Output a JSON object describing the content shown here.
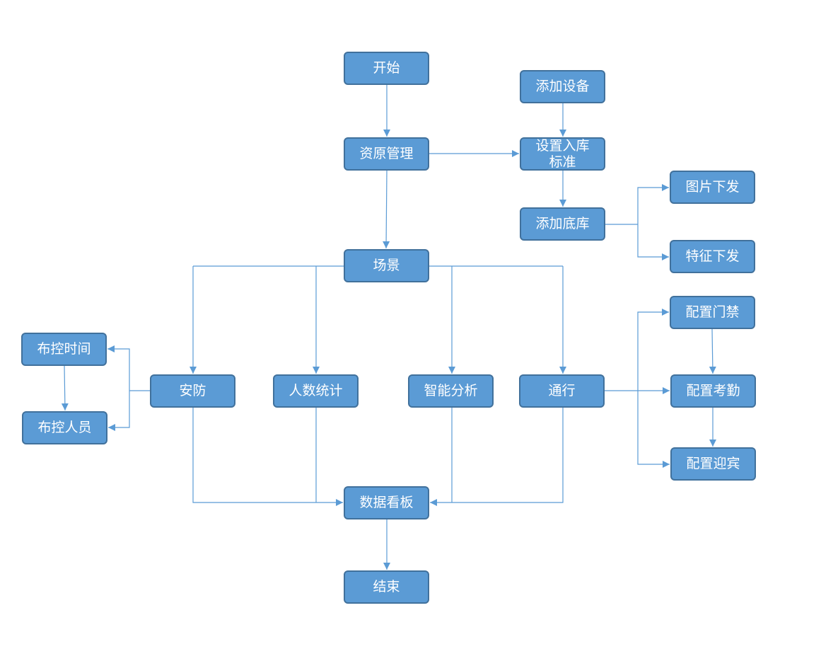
{
  "nodes": {
    "start": "开始",
    "resource_mgmt": "资原管理",
    "add_device": "添加设备",
    "set_standard_line1": "设置入库",
    "set_standard_line2": "标准",
    "add_library": "添加底库",
    "picture_dispatch": "图片下发",
    "feature_dispatch": "特征下发",
    "scene": "场景",
    "config_access": "配置门禁",
    "deploy_time": "布控时间",
    "security": "安防",
    "people_count": "人数统计",
    "smart_analysis": "智能分析",
    "passage": "通行",
    "config_attendance": "配置考勤",
    "deploy_person": "布控人员",
    "config_guest": "配置迎宾",
    "data_board": "数据看板",
    "end": "结束"
  },
  "colors": {
    "node_fill": "#5b9bd5",
    "node_border": "#41719c",
    "connector": "#5b9bd5",
    "text": "#ffffff",
    "background": "#ffffff"
  }
}
